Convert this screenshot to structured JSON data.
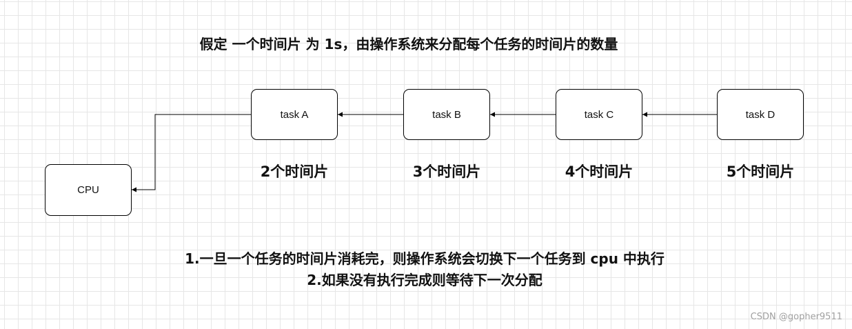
{
  "title": "假定 一个时间片 为  1s，由操作系统来分配每个任务的时间片的数量",
  "nodes": {
    "task_a": "task A",
    "task_b": "task B",
    "task_c": "task C",
    "task_d": "task D",
    "cpu": "CPU"
  },
  "counts": {
    "a": "2个时间片",
    "b": "3个时间片",
    "c": "4个时间片",
    "d": "5个时间片"
  },
  "notes": [
    "1.一旦一个任务的时间片消耗完，则操作系统会切换下一个任务到 cpu 中执行",
    "2.如果没有执行完成则等待下一次分配"
  ],
  "watermark": "CSDN @gopher9511",
  "colors": {
    "edge": "#000000",
    "grid": "#e6e6e6",
    "watermark": "#a0a0a0"
  }
}
